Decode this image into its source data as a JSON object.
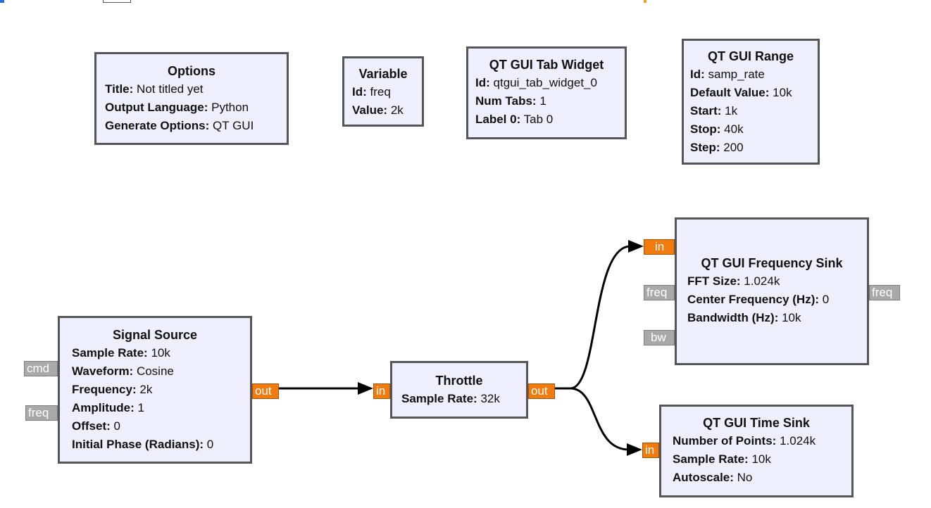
{
  "canvas": {
    "background": "#ffffff",
    "block_fill": "#eeeefc",
    "stream_port_color": "#f07c10",
    "message_port_color": "#a9a9a9"
  },
  "blocks": {
    "options": {
      "title": "Options",
      "params": [
        {
          "label": "Title:",
          "value": "Not titled yet"
        },
        {
          "label": "Output Language:",
          "value": "Python"
        },
        {
          "label": "Generate Options:",
          "value": "QT GUI"
        }
      ]
    },
    "variable": {
      "title": "Variable",
      "params": [
        {
          "label": "Id:",
          "value": "freq"
        },
        {
          "label": "Value:",
          "value": "2k"
        }
      ]
    },
    "tab_widget": {
      "title": "QT GUI Tab Widget",
      "params": [
        {
          "label": "Id:",
          "value": "qtgui_tab_widget_0"
        },
        {
          "label": "Num Tabs:",
          "value": "1"
        },
        {
          "label": "Label 0:",
          "value": "Tab 0"
        }
      ]
    },
    "range": {
      "title": "QT GUI Range",
      "params": [
        {
          "label": "Id:",
          "value": "samp_rate"
        },
        {
          "label": "Default Value:",
          "value": "10k"
        },
        {
          "label": "Start:",
          "value": "1k"
        },
        {
          "label": "Stop:",
          "value": "40k"
        },
        {
          "label": "Step:",
          "value": "200"
        }
      ]
    },
    "signal_source": {
      "title": "Signal Source",
      "params": [
        {
          "label": "Sample Rate:",
          "value": "10k"
        },
        {
          "label": "Waveform:",
          "value": "Cosine"
        },
        {
          "label": "Frequency:",
          "value": "2k"
        },
        {
          "label": "Amplitude:",
          "value": "1"
        },
        {
          "label": "Offset:",
          "value": "0"
        },
        {
          "label": "Initial Phase (Radians):",
          "value": "0"
        }
      ],
      "ports": {
        "cmd": "cmd",
        "freq": "freq",
        "out": "out"
      }
    },
    "throttle": {
      "title": "Throttle",
      "params": [
        {
          "label": "Sample Rate:",
          "value": "32k"
        }
      ],
      "ports": {
        "in": "in",
        "out": "out"
      }
    },
    "freq_sink": {
      "title": "QT GUI Frequency Sink",
      "params": [
        {
          "label": "FFT Size:",
          "value": "1.024k"
        },
        {
          "label": "Center Frequency (Hz):",
          "value": "0"
        },
        {
          "label": "Bandwidth (Hz):",
          "value": "10k"
        }
      ],
      "ports": {
        "in": "in",
        "freq_in": "freq",
        "bw": "bw",
        "freq_out": "freq"
      }
    },
    "time_sink": {
      "title": "QT GUI Time Sink",
      "params": [
        {
          "label": "Number of Points:",
          "value": "1.024k"
        },
        {
          "label": "Sample Rate:",
          "value": "10k"
        },
        {
          "label": "Autoscale:",
          "value": "No"
        }
      ],
      "ports": {
        "in": "in"
      }
    }
  }
}
